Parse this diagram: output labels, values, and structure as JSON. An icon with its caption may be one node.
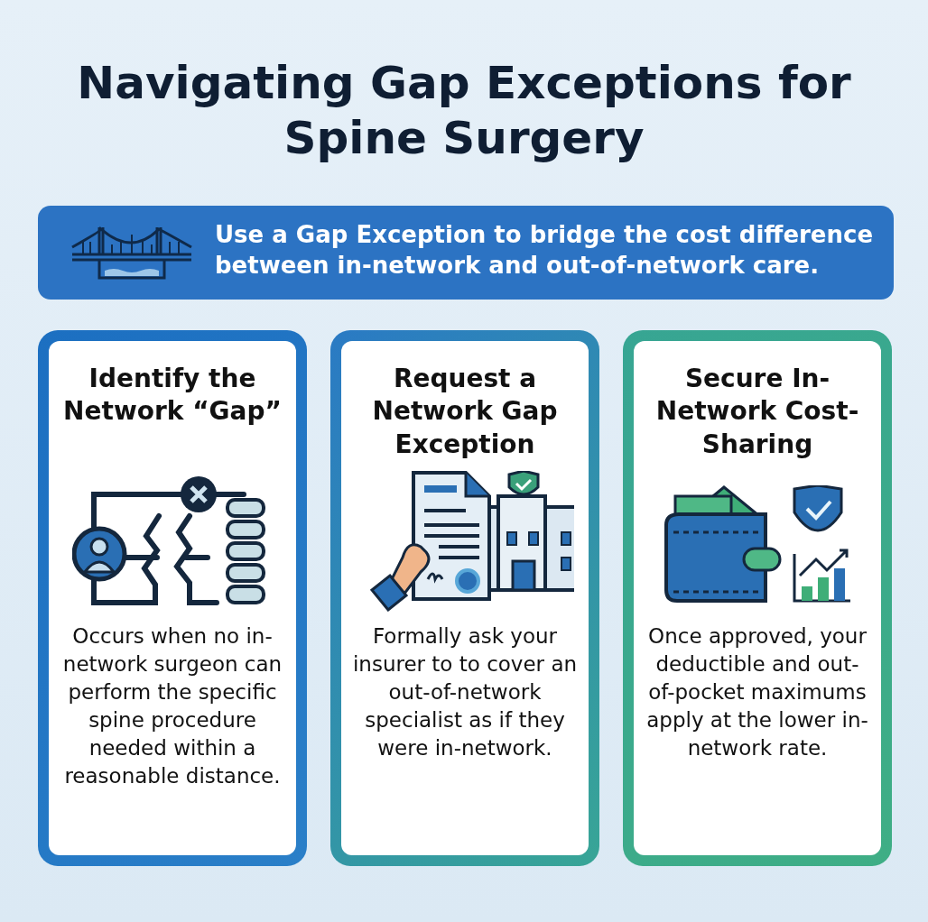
{
  "diagram": {
    "title": "Navigating Gap Exceptions for Spine Surgery",
    "nodes": [
      {
        "text": [
          "Use a Gap Exception to bridge the cost difference between in-network and out-of-network care."
        ]
      },
      {
        "text": [
          "Identify the Network “Gap”",
          "Occurs when no in-network surgeon can perform the specific spine procedure needed within a reasonable distance."
        ]
      },
      {
        "text": [
          "Request a Network Gap Exception",
          "Formally ask your insurer to to cover an out-of-network specialist as if they were in-network."
        ]
      },
      {
        "text": [
          "Secure In-Network Cost-Sharing",
          "Once approved, your deductible and out-of-pocket maximums apply at the lower in-network rate."
        ]
      }
    ],
    "edges": []
  }
}
